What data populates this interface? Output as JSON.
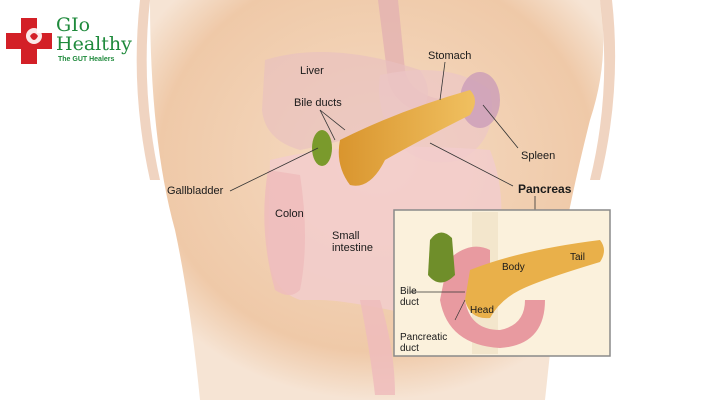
{
  "logo": {
    "line1": "GIo",
    "line2": "Healthy",
    "tagline": "The GUT Healers",
    "brand_color": "#1f8a3c",
    "cross_color": "#d32027"
  },
  "labels": {
    "liver": "Liver",
    "stomach": "Stomach",
    "bile_ducts": "Bile ducts",
    "spleen": "Spleen",
    "gallbladder": "Gallbladder",
    "pancreas": "Pancreas",
    "colon": "Colon",
    "small_intestine_1": "Small",
    "small_intestine_2": "intestine"
  },
  "inset": {
    "body": "Body",
    "tail": "Tail",
    "bile_duct_1": "Bile",
    "bile_duct_2": "duct",
    "head": "Head",
    "pancreatic_duct_1": "Pancreatic",
    "pancreatic_duct_2": "duct"
  },
  "colors": {
    "skin": "#f3d2b6",
    "organ_pink": "#f0c4c4",
    "pancreas": "#e9b04a",
    "gallbladder": "#7a9a2c",
    "inset_bg": "#fbf1dc",
    "inset_border": "#8a8a8a"
  }
}
